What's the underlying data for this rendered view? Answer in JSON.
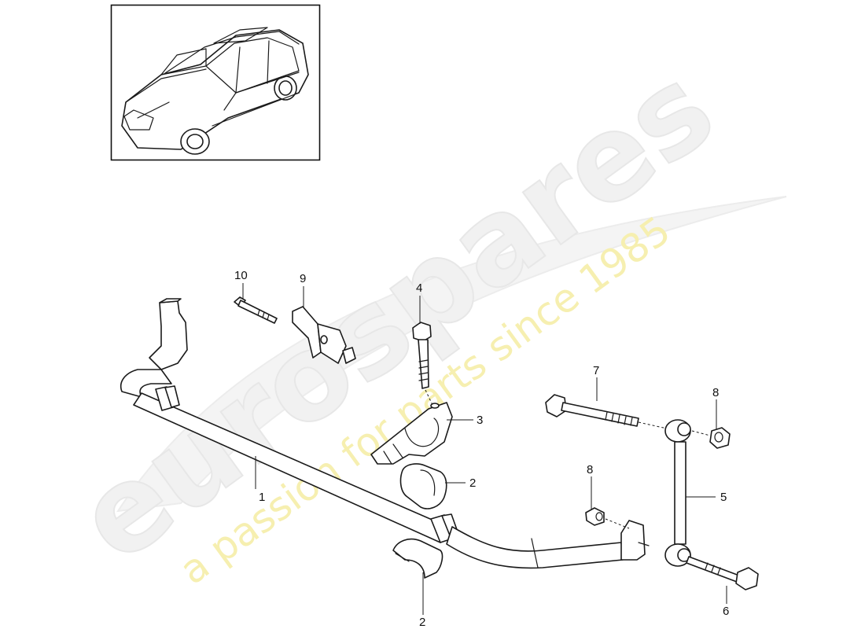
{
  "watermark": {
    "brand": "eurospares",
    "tagline": "a passion for parts since 1985"
  },
  "callouts": [
    {
      "id": "c10",
      "label": "10"
    },
    {
      "id": "c9",
      "label": "9"
    },
    {
      "id": "c4",
      "label": "4"
    },
    {
      "id": "c3",
      "label": "3"
    },
    {
      "id": "c2a",
      "label": "2"
    },
    {
      "id": "c1",
      "label": "1"
    },
    {
      "id": "c7",
      "label": "7"
    },
    {
      "id": "c8a",
      "label": "8"
    },
    {
      "id": "c8b",
      "label": "8"
    },
    {
      "id": "c5",
      "label": "5"
    },
    {
      "id": "c6",
      "label": "6"
    },
    {
      "id": "c2b",
      "label": "2"
    }
  ]
}
